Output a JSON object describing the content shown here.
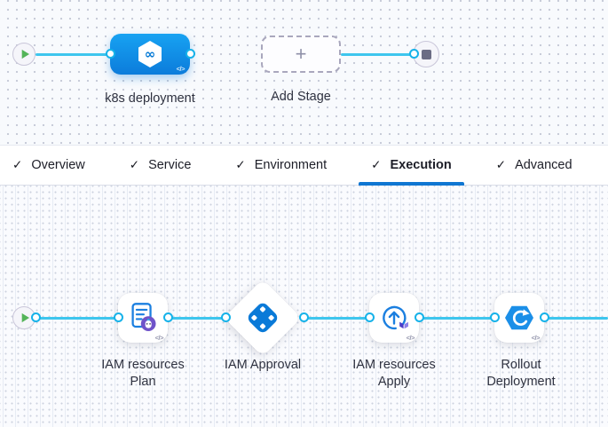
{
  "glyphs": {
    "check": "✓",
    "plus": "+",
    "code": "</>",
    "infinity": "∞"
  },
  "colors": {
    "accent_blue": "#0278d5",
    "node_blue_gradient_top": "#17a2f2",
    "node_blue_gradient_bottom": "#0c7cdb",
    "connector_cyan": "#3ec6ee",
    "tab_underline": "#0f76d2",
    "play_green": "#54b459",
    "stop_gray": "#6b6c84",
    "plan_badge_purple": "#6f53c9",
    "terraform_purple_dark": "#4a3dc9",
    "terraform_purple_light": "#8d80e8"
  },
  "stage_builder": {
    "start_node": "play",
    "stage": {
      "label": "k8s deployment",
      "icon": "harness-cd-icon"
    },
    "add_stage_label": "Add Stage",
    "end_node": "stop"
  },
  "tabs": {
    "check_glyph": "✓",
    "items": [
      {
        "label": "Overview",
        "checked": true,
        "active": false
      },
      {
        "label": "Service",
        "checked": true,
        "active": false
      },
      {
        "label": "Environment",
        "checked": true,
        "active": false
      },
      {
        "label": "Execution",
        "checked": true,
        "active": true
      },
      {
        "label": "Advanced",
        "checked": true,
        "active": false
      }
    ]
  },
  "execution": {
    "steps": [
      {
        "line1": "IAM resources",
        "line2": "Plan",
        "shape": "square",
        "icon": "terraform-plan-icon"
      },
      {
        "line1": "IAM Approval",
        "line2": "",
        "shape": "diamond",
        "icon": "approval-icon"
      },
      {
        "line1": "IAM resources",
        "line2": "Apply",
        "shape": "square",
        "icon": "terraform-apply-icon"
      },
      {
        "line1": "Rollout",
        "line2": "Deployment",
        "shape": "square",
        "icon": "rollout-icon"
      }
    ]
  }
}
